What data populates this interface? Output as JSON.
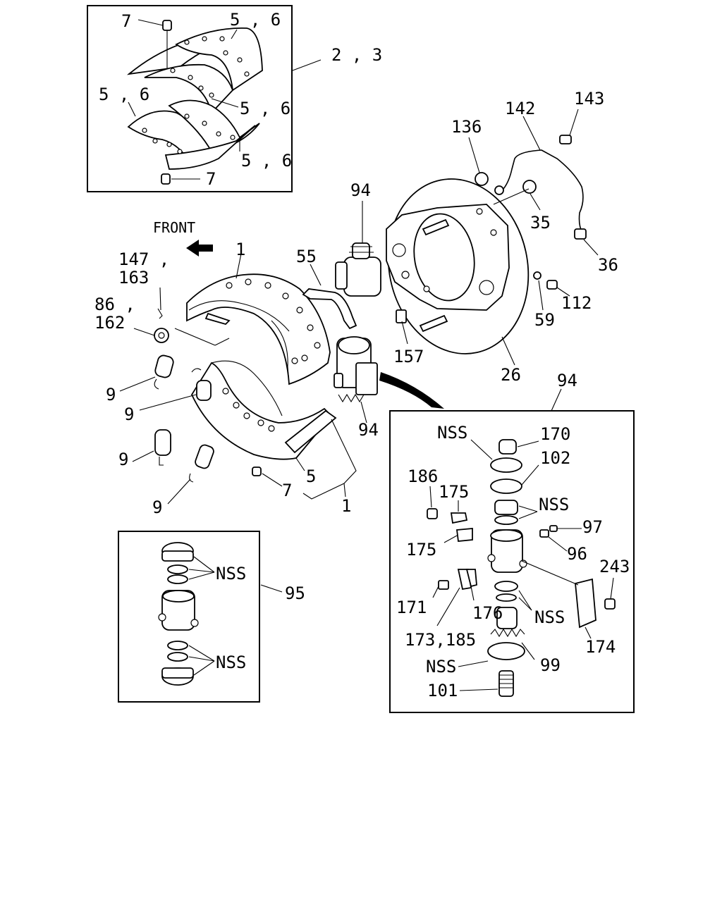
{
  "labels": {
    "l7_top": "7",
    "l56_top": "5 , 6",
    "l23": "2 , 3",
    "l56_left": "5 , 6",
    "l56_mid": "5 , 6",
    "l56_low": "5 , 6",
    "l7_box": "7",
    "front": "FRONT",
    "l1_top": "1",
    "l147": "147 ,",
    "l163": "163",
    "l86": "86 ,",
    "l162": "162",
    "l55": "55",
    "l94_top": "94",
    "l9_a": "9",
    "l9_b": "9",
    "l9_c": "9",
    "l9_d": "9",
    "l94_mid": "94",
    "l5": "5",
    "l7_bot": "7",
    "l1_bot": "1",
    "l136": "136",
    "l142": "142",
    "l143": "143",
    "l35": "35",
    "l36": "36",
    "l112": "112",
    "l59": "59",
    "l157": "157",
    "l26": "26",
    "l94_box": "94",
    "nss_a": "NSS",
    "l170": "170",
    "l102": "102",
    "l186": "186",
    "l175_a": "175",
    "nss_b": "NSS",
    "l97": "97",
    "l175_b": "175",
    "l96": "96",
    "l243": "243",
    "l171": "171",
    "l176": "176",
    "nss_c": "NSS",
    "l173": "173,185",
    "l174": "174",
    "nss_d": "NSS",
    "l99": "99",
    "l101": "101",
    "nss_e": "NSS",
    "l95": "95",
    "nss_f": "NSS"
  }
}
